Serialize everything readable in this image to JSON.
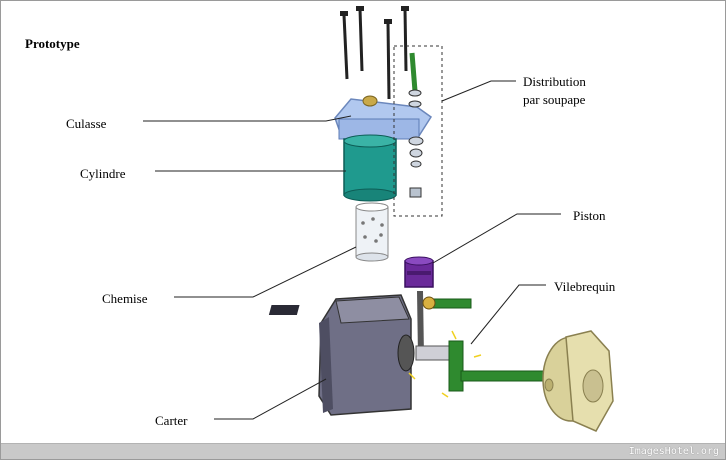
{
  "title": "Prototype",
  "labels": {
    "culasse": "Culasse",
    "cylindre": "Cylindre",
    "chemise": "Chemise",
    "carter": "Carter",
    "distribution_line1": "Distribution",
    "distribution_line2": "par soupape",
    "piston": "Piston",
    "vilebrequin": "Vilebrequin"
  },
  "watermark": "ImagesHotel.org",
  "colors": {
    "culasse": "#a9c3ee",
    "cylindre": "#1f9a8e",
    "carter": "#6f6f86",
    "piston": "#6a2a9a",
    "crank_part": "#2f8a2f",
    "flywheel": "#e6dfae",
    "bolts": "#222222"
  }
}
